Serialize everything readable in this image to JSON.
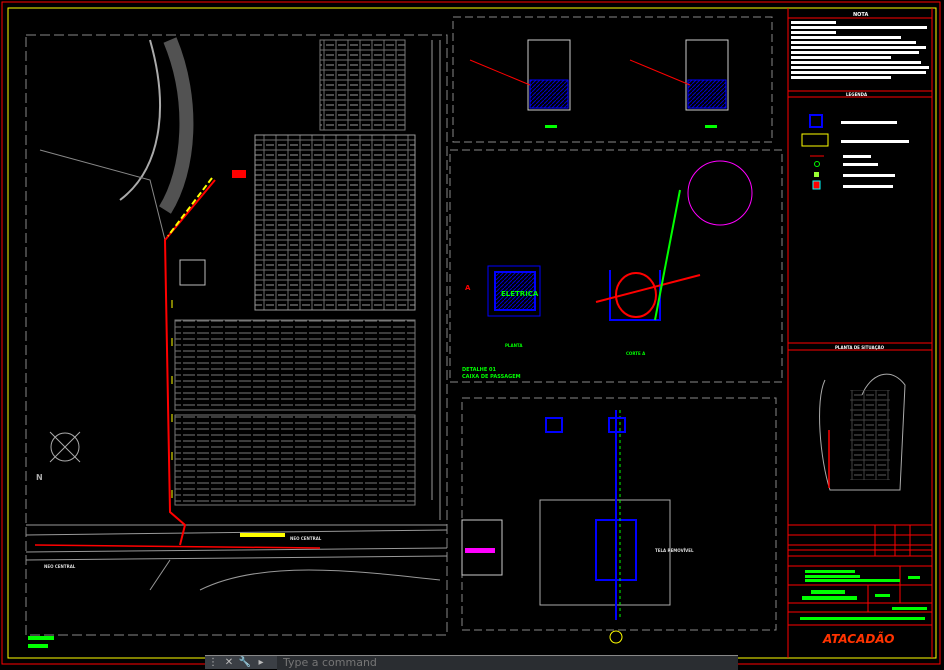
{
  "app": {
    "command_placeholder": "Type a command"
  },
  "title_block": {
    "notes_header": "NOTA",
    "legend_header": "LEGENDA",
    "situation_header": "PLANTA DE SITUAÇÃO",
    "logo": "ATACADÃO"
  },
  "details": {
    "box_label": "ELETRICA",
    "plan_label": "PLANTA",
    "section_label": "CORTE A",
    "detail_title": "DETALHE 01",
    "detail_subtitle": "CAIXA DE PASSAGEM",
    "removable_screen": "TELA REMOVÍVEL",
    "marker_a": "A"
  },
  "plan": {
    "neo_left": "NEO CENTRAL",
    "neo_right": "NEO CENTRAL",
    "north": "N"
  },
  "colors": {
    "frame": "#ff0000",
    "inner": "#ffff00",
    "cad_gray": "#8c8c8c",
    "green": "#00ff00",
    "blue": "#0000ff",
    "magenta": "#ff00ff"
  }
}
